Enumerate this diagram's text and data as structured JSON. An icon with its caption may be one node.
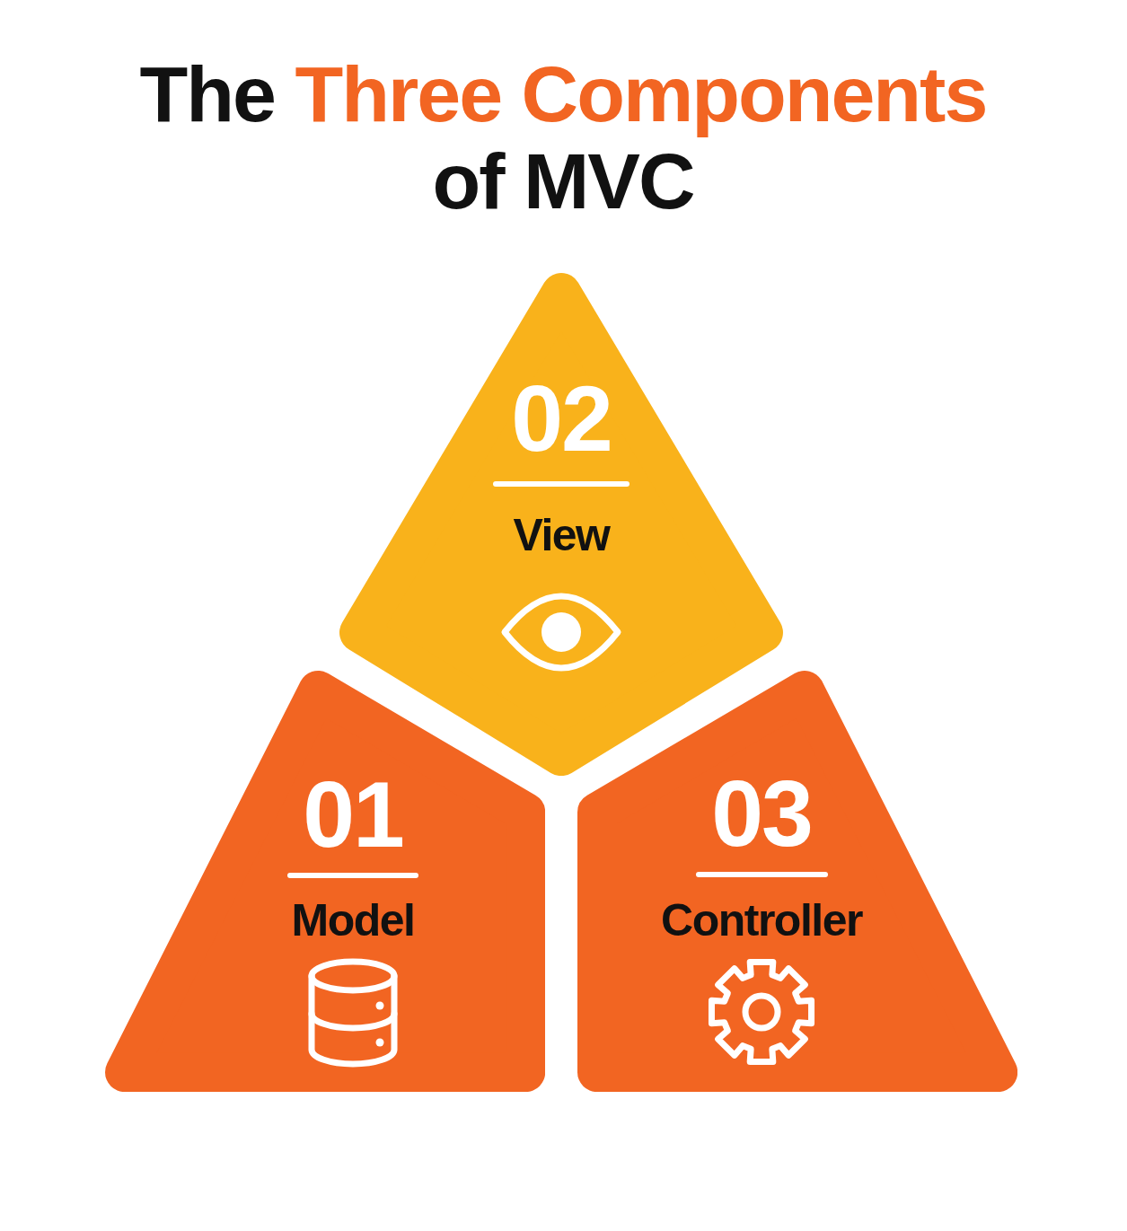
{
  "diagram": {
    "title": "The Three Components of MVC",
    "nodes": [
      {
        "text": [
          "02",
          "View"
        ]
      },
      {
        "text": [
          "01",
          "Model"
        ]
      },
      {
        "text": [
          "03",
          "Controller"
        ]
      }
    ]
  }
}
